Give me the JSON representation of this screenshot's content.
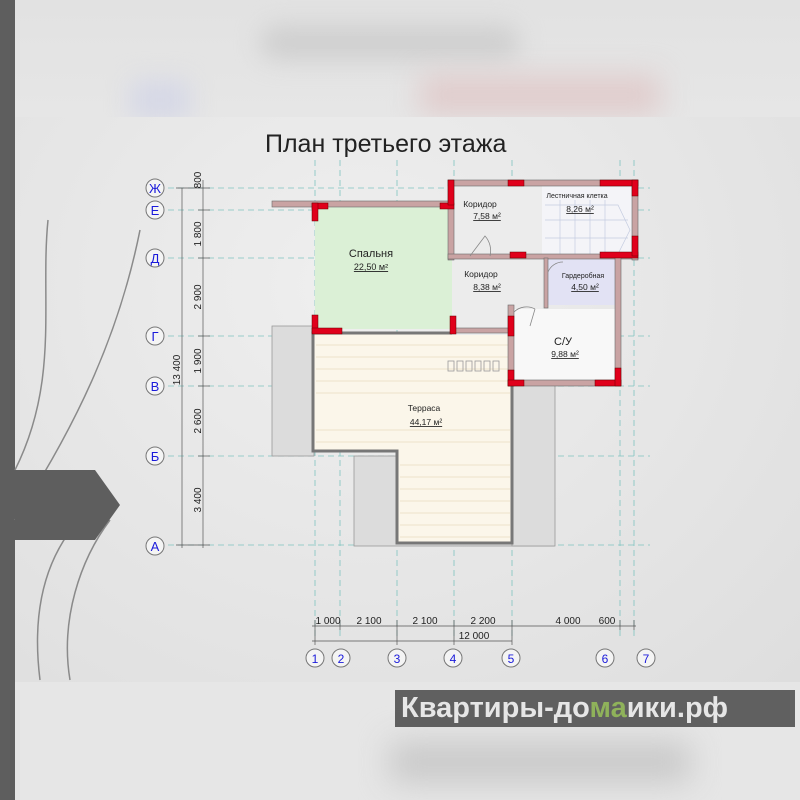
{
  "title": "План третьего этажа",
  "rows": [
    {
      "label": "Ж"
    },
    {
      "label": "Е"
    },
    {
      "label": "Д"
    },
    {
      "label": "Г"
    },
    {
      "label": "В"
    },
    {
      "label": "Б"
    },
    {
      "label": "А"
    }
  ],
  "cols": [
    "1",
    "2",
    "3",
    "4",
    "5",
    "6",
    "7"
  ],
  "dims_vertical": [
    "800",
    "1 800",
    "2 900",
    "1 900",
    "2 600",
    "3 400"
  ],
  "dim_vertical_total": "13 400",
  "dims_horizontal": [
    "1 000",
    "2 100",
    "2 100",
    "2 200",
    "4 000",
    "600"
  ],
  "dim_horizontal_total": "12 000",
  "rooms": [
    {
      "name": "Спальня",
      "area": "22,50 м²"
    },
    {
      "name": "Коридор",
      "area": "7,58 м²"
    },
    {
      "name": "Лестничная клетка",
      "area": "8,26 м²"
    },
    {
      "name": "Коридор",
      "area": "8,38 м²"
    },
    {
      "name": "Гардеробная",
      "area": "4,50 м²"
    },
    {
      "name": "С/У",
      "area": "9,88 м²"
    },
    {
      "name": "Терраса",
      "area": "44,17 м²"
    }
  ],
  "watermark": {
    "part1": "Квартиры-до",
    "part2": "ма",
    "part3": "ики.рф"
  },
  "colors": {
    "wall": "#c9a3a3",
    "column": "#e0001b",
    "bedroom": "#dbf0d6",
    "wardrobe": "#e2e2f4",
    "grid": "#7fc4c0",
    "axis_label": "#1a1adb"
  }
}
